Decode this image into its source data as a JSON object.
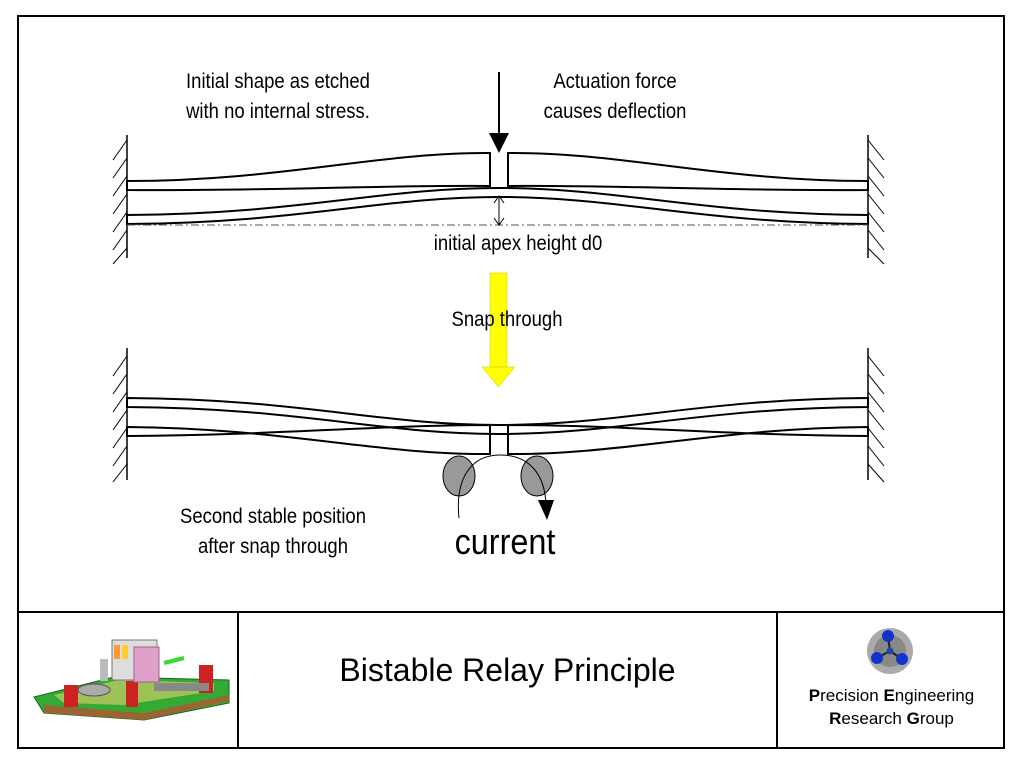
{
  "diagram": {
    "annotations": {
      "initial_shape": [
        "Initial shape as etched",
        "with no internal stress."
      ],
      "actuation_force": [
        "Actuation force",
        "causes deflection"
      ],
      "apex_height": "initial apex height d0",
      "snap_through": "Snap through",
      "second_stable": [
        "Second stable position",
        "after snap through"
      ],
      "current": "current"
    },
    "colors": {
      "snap_arrow": "#ffff00",
      "contact_fill": "#999999",
      "hatch": "#000000"
    }
  },
  "footer": {
    "title": "Bistable Relay Principle",
    "group_name": {
      "line1": [
        {
          "initial": "P",
          "rest": "recision "
        },
        {
          "initial": "E",
          "rest": "ngineering"
        }
      ],
      "line2": [
        {
          "initial": "R",
          "rest": "esearch "
        },
        {
          "initial": "G",
          "rest": "roup"
        }
      ]
    },
    "thumbnail_icon": "relay-3d-model-icon",
    "logo_icon": "atom-molecule-logo-icon"
  }
}
